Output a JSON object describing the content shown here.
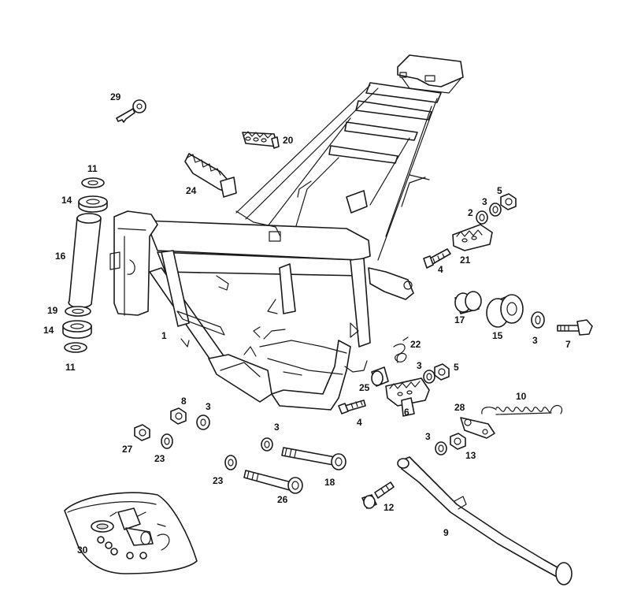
{
  "callouts": {
    "frame": "1",
    "washer_left": "2",
    "washer_upper_right": "3",
    "washer_small_right": "3",
    "washer_lower_mid": "3",
    "washer_lower_center": "3",
    "washer_stand": "3",
    "washer_rear": "3",
    "bolt_upper": "4",
    "bolt_lower": "4",
    "nut_upper": "5",
    "nut_mid": "5",
    "footpeg_left": "6",
    "bolt_long": "7",
    "nut_center": "8",
    "sidestand": "9",
    "spring": "10",
    "seal_top": "11",
    "seal_bottom": "11",
    "stand_bolt": "12",
    "stand_nut": "13",
    "bearing_top": "14",
    "bearing_bottom": "14",
    "bushing_large": "15",
    "steering_tube": "16",
    "bushing_small": "17",
    "pin_center": "18",
    "dust_ring": "19",
    "footpeg_rear": "20",
    "footpeg_right": "21",
    "peg_spring": "22",
    "washer_a": "23",
    "washer_b": "23",
    "footpeg_front": "24",
    "bushing_peg": "25",
    "pin_lower": "26",
    "nut_left": "27",
    "stand_bracket": "28",
    "key": "29",
    "hardware_kit": "30"
  }
}
